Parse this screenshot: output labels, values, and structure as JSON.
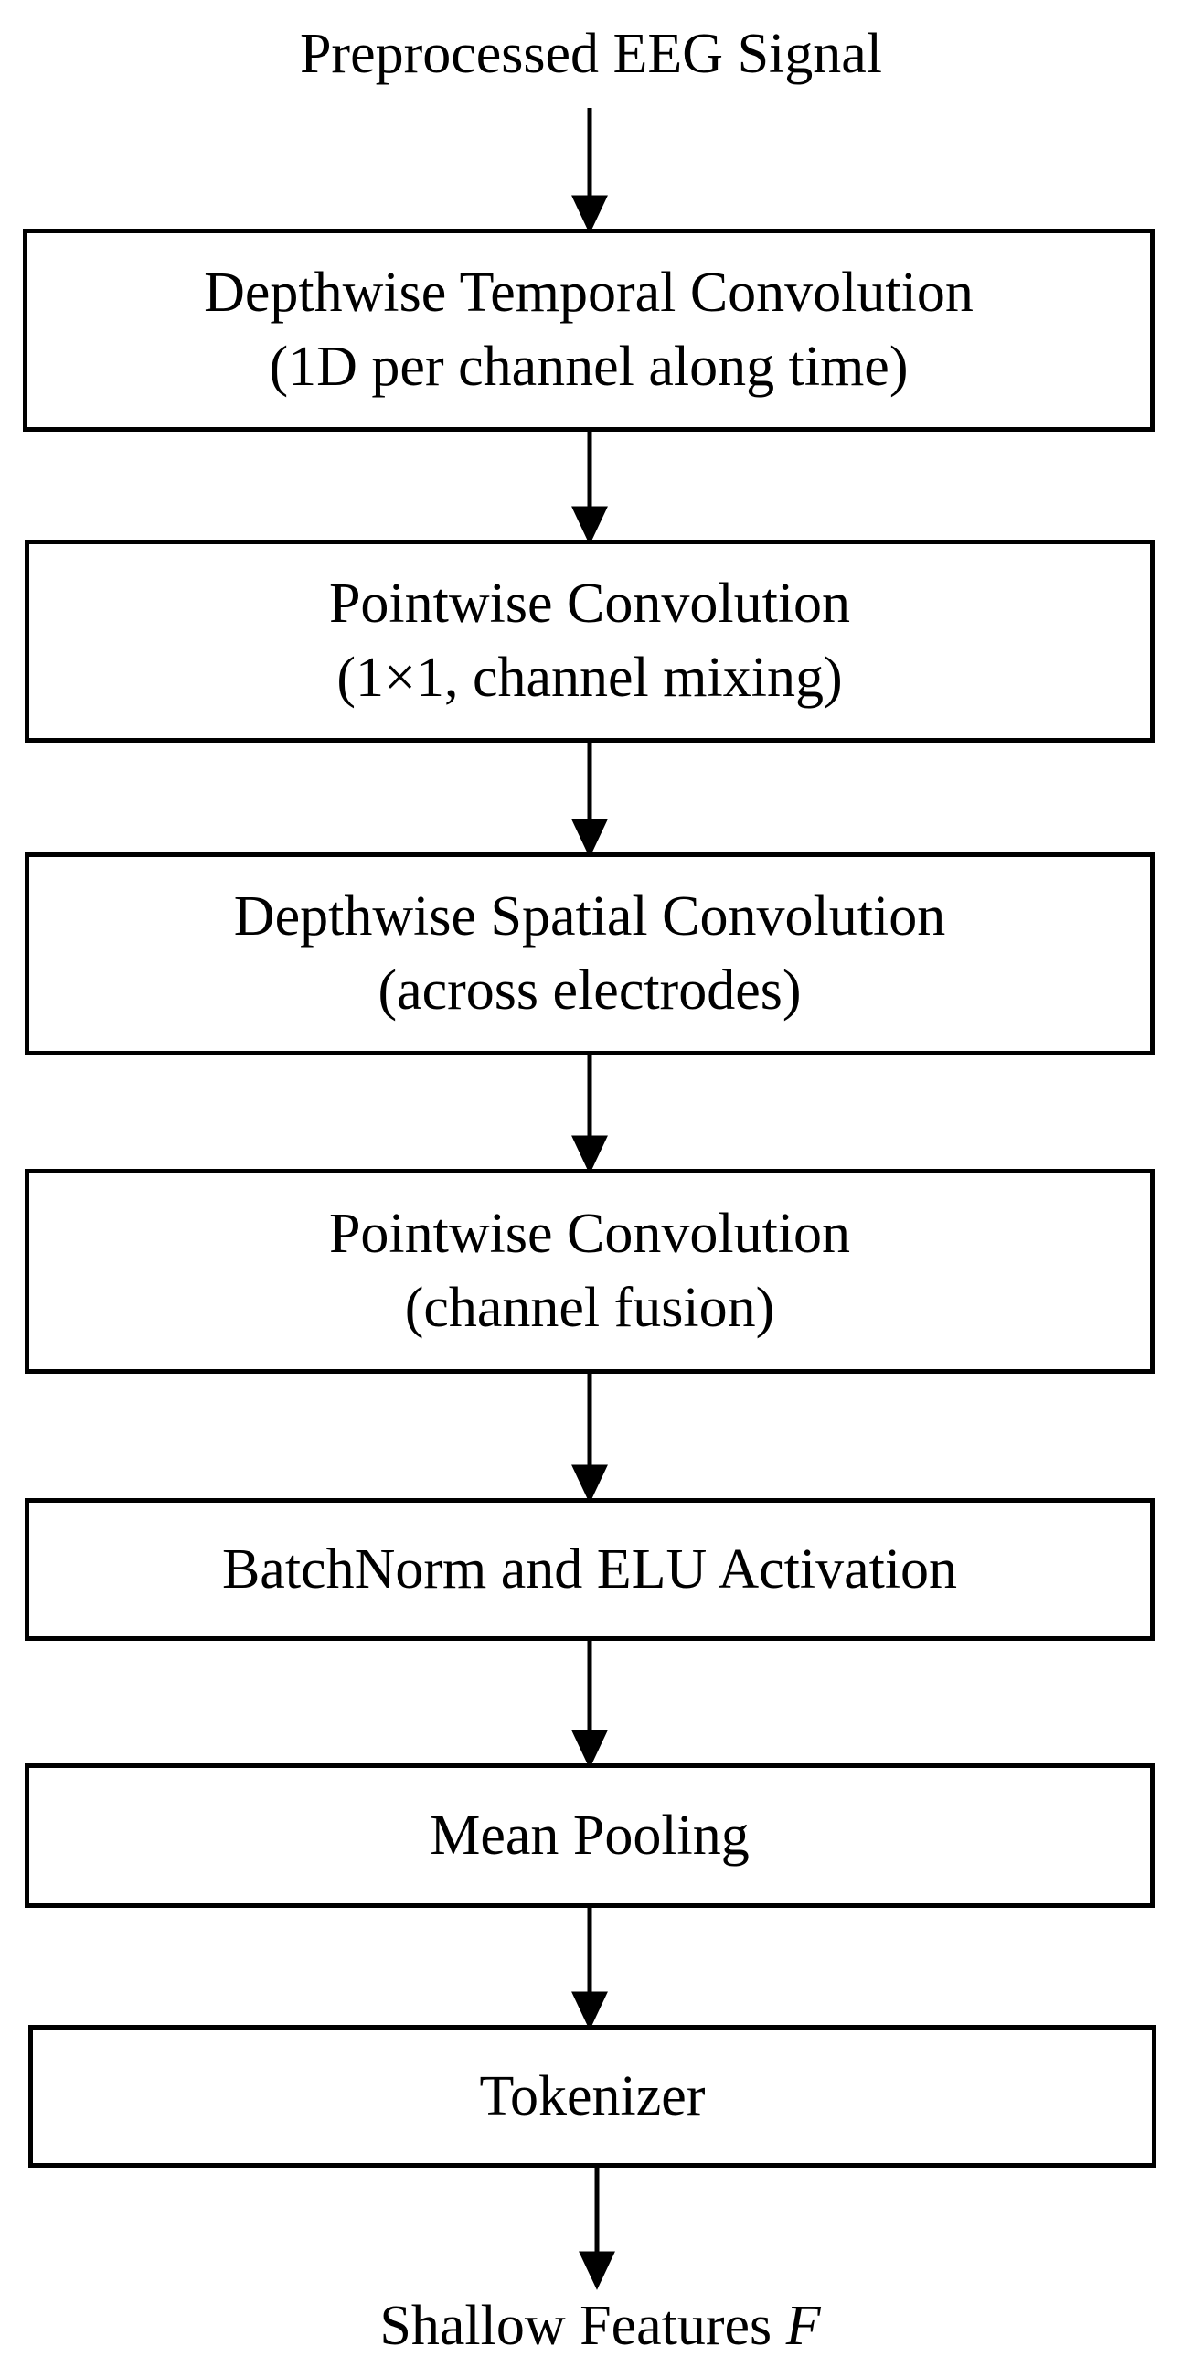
{
  "input_label": "Preprocessed EEG Signal",
  "steps": [
    {
      "line1": "Depthwise Temporal Convolution",
      "line2": "(1D per channel along time)"
    },
    {
      "line1": "Pointwise Convolution",
      "line2": "(1×1, channel mixing)"
    },
    {
      "line1": "Depthwise Spatial Convolution",
      "line2": "(across electrodes)"
    },
    {
      "line1": "Pointwise Convolution",
      "line2": "(channel fusion)"
    },
    {
      "line1": "BatchNorm and ELU Activation"
    },
    {
      "line1": "Mean Pooling"
    },
    {
      "line1": "Tokenizer"
    }
  ],
  "output_label": "Shallow Features",
  "output_symbol": "F"
}
